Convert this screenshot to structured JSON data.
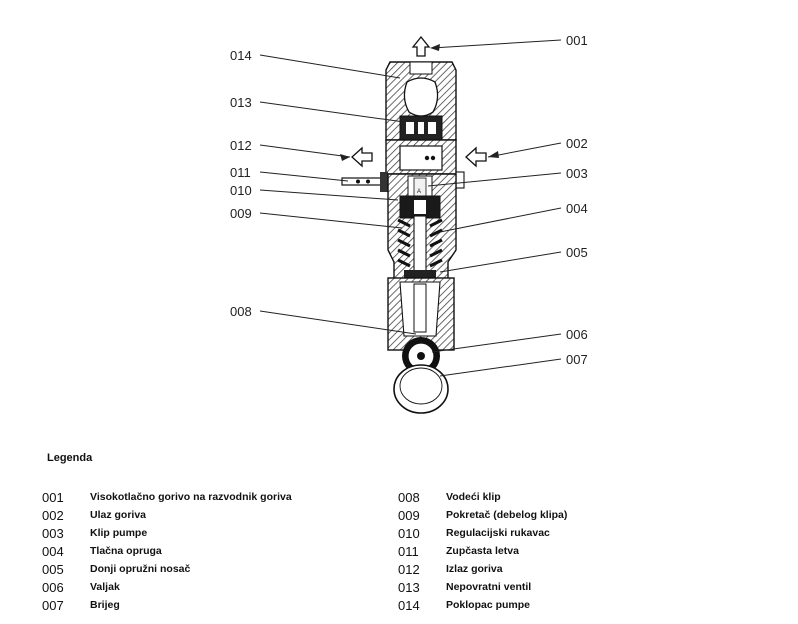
{
  "legend": {
    "title": "Legenda",
    "items": [
      {
        "code": "001",
        "text": "Visokotlačno gorivo na razvodnik goriva"
      },
      {
        "code": "002",
        "text": "Ulaz goriva"
      },
      {
        "code": "003",
        "text": "Klip pumpe"
      },
      {
        "code": "004",
        "text": "Tlačna opruga"
      },
      {
        "code": "005",
        "text": "Donji opružni nosač"
      },
      {
        "code": "006",
        "text": "Valjak"
      },
      {
        "code": "007",
        "text": "Brijeg"
      },
      {
        "code": "008",
        "text": "Vodeći klip"
      },
      {
        "code": "009",
        "text": "Pokretač (debelog klipa)"
      },
      {
        "code": "010",
        "text": "Regulacijski rukavac"
      },
      {
        "code": "011",
        "text": "Zupčasta letva"
      },
      {
        "code": "012",
        "text": "Izlaz goriva"
      },
      {
        "code": "013",
        "text": "Nepovratni ventil"
      },
      {
        "code": "014",
        "text": "Poklopac pumpe"
      }
    ]
  },
  "colors": {
    "hatch": "#555555",
    "outline": "#111111",
    "leader": "#222222",
    "background": "#ffffff"
  }
}
